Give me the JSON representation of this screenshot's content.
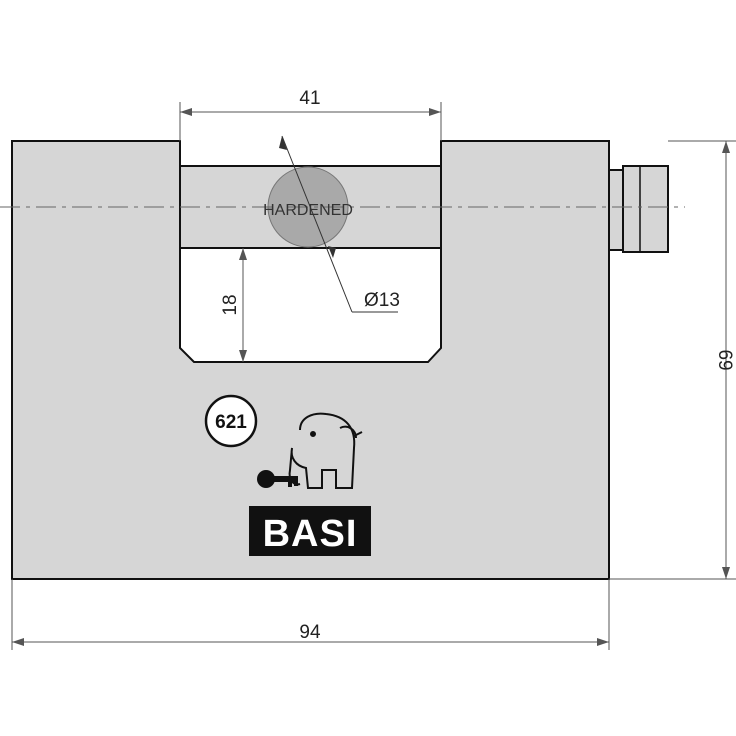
{
  "drawing": {
    "dimensions": {
      "shackle_width": "41",
      "shackle_height": "18",
      "body_height": "69",
      "body_width": "94",
      "pin_diameter": "Ø13"
    },
    "pin_label": "HARDENED",
    "model_number": "621",
    "brand": "BASI"
  },
  "colors": {
    "body_fill": "#d6d6d6",
    "outline": "#111111",
    "pin_fill": "#a9a9a9",
    "dim_line": "#555555",
    "brand_bg": "#111111"
  }
}
